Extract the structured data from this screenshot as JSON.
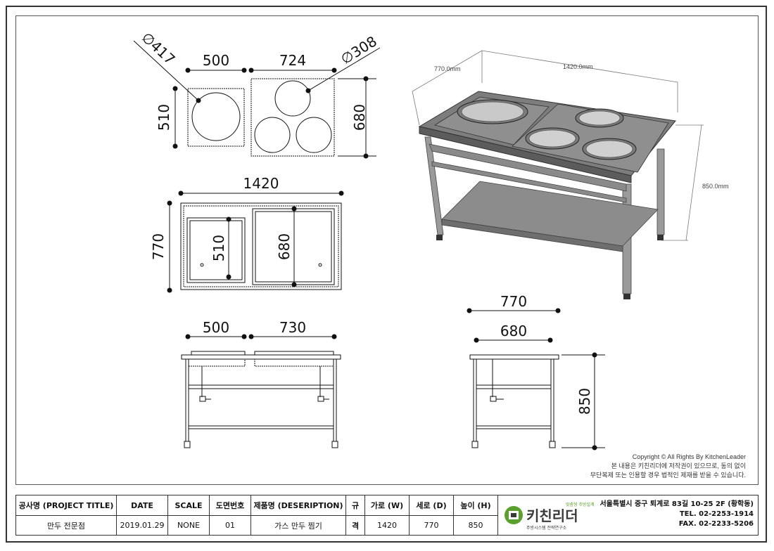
{
  "dimensions": {
    "top_view_small": {
      "dia": "∅417",
      "width": "500",
      "depth": "510"
    },
    "top_view_large": {
      "dia": "∅308",
      "width": "724",
      "depth": "680"
    },
    "plan": {
      "width": "1420",
      "depth": "770",
      "inner_small": "510",
      "inner_large": "680"
    },
    "front": {
      "left": "500",
      "right": "730"
    },
    "side": {
      "outer": "770",
      "inner": "680",
      "height": "850"
    },
    "iso": {
      "width": "1420.0mm",
      "depth": "770.0mm",
      "height": "850.0mm"
    }
  },
  "copyright": {
    "line1": "Copyright © All Rights By KitchenLeader",
    "line2": "본 내용은 키친리더에 저작권이 있으므로, 동의 없이",
    "line3": "무단복제 또는 인용할 경우 법적인 제재를 받을 수 있습니다."
  },
  "title_block": {
    "headers": {
      "project": "공사명 (PROJECT TITLE)",
      "date": "DATE",
      "scale": "SCALE",
      "drawing_no": "도면번호",
      "product": "제품명 (DESERIPTION)",
      "spec_top": "규",
      "spec_bottom": "격",
      "width": "가로 (W)",
      "depth": "세로 (D)",
      "height": "높이 (H)"
    },
    "values": {
      "project": "만두 전문점",
      "date": "2019.01.29",
      "scale": "NONE",
      "drawing_no": "01",
      "product": "가스 만두 찜기",
      "width": "1420",
      "depth": "770",
      "height": "850"
    },
    "company": {
      "logo_text": "키친리더",
      "logo_tag": "맞춤형 주방설계",
      "logo_sub": "주방시스템 전략연구소",
      "address": "서울특별시 중구 퇴계로 83길 10-25 2F (황학동)",
      "tel": "TEL. 02-2253-1914",
      "fax": "FAX. 02-2233-5206"
    }
  }
}
